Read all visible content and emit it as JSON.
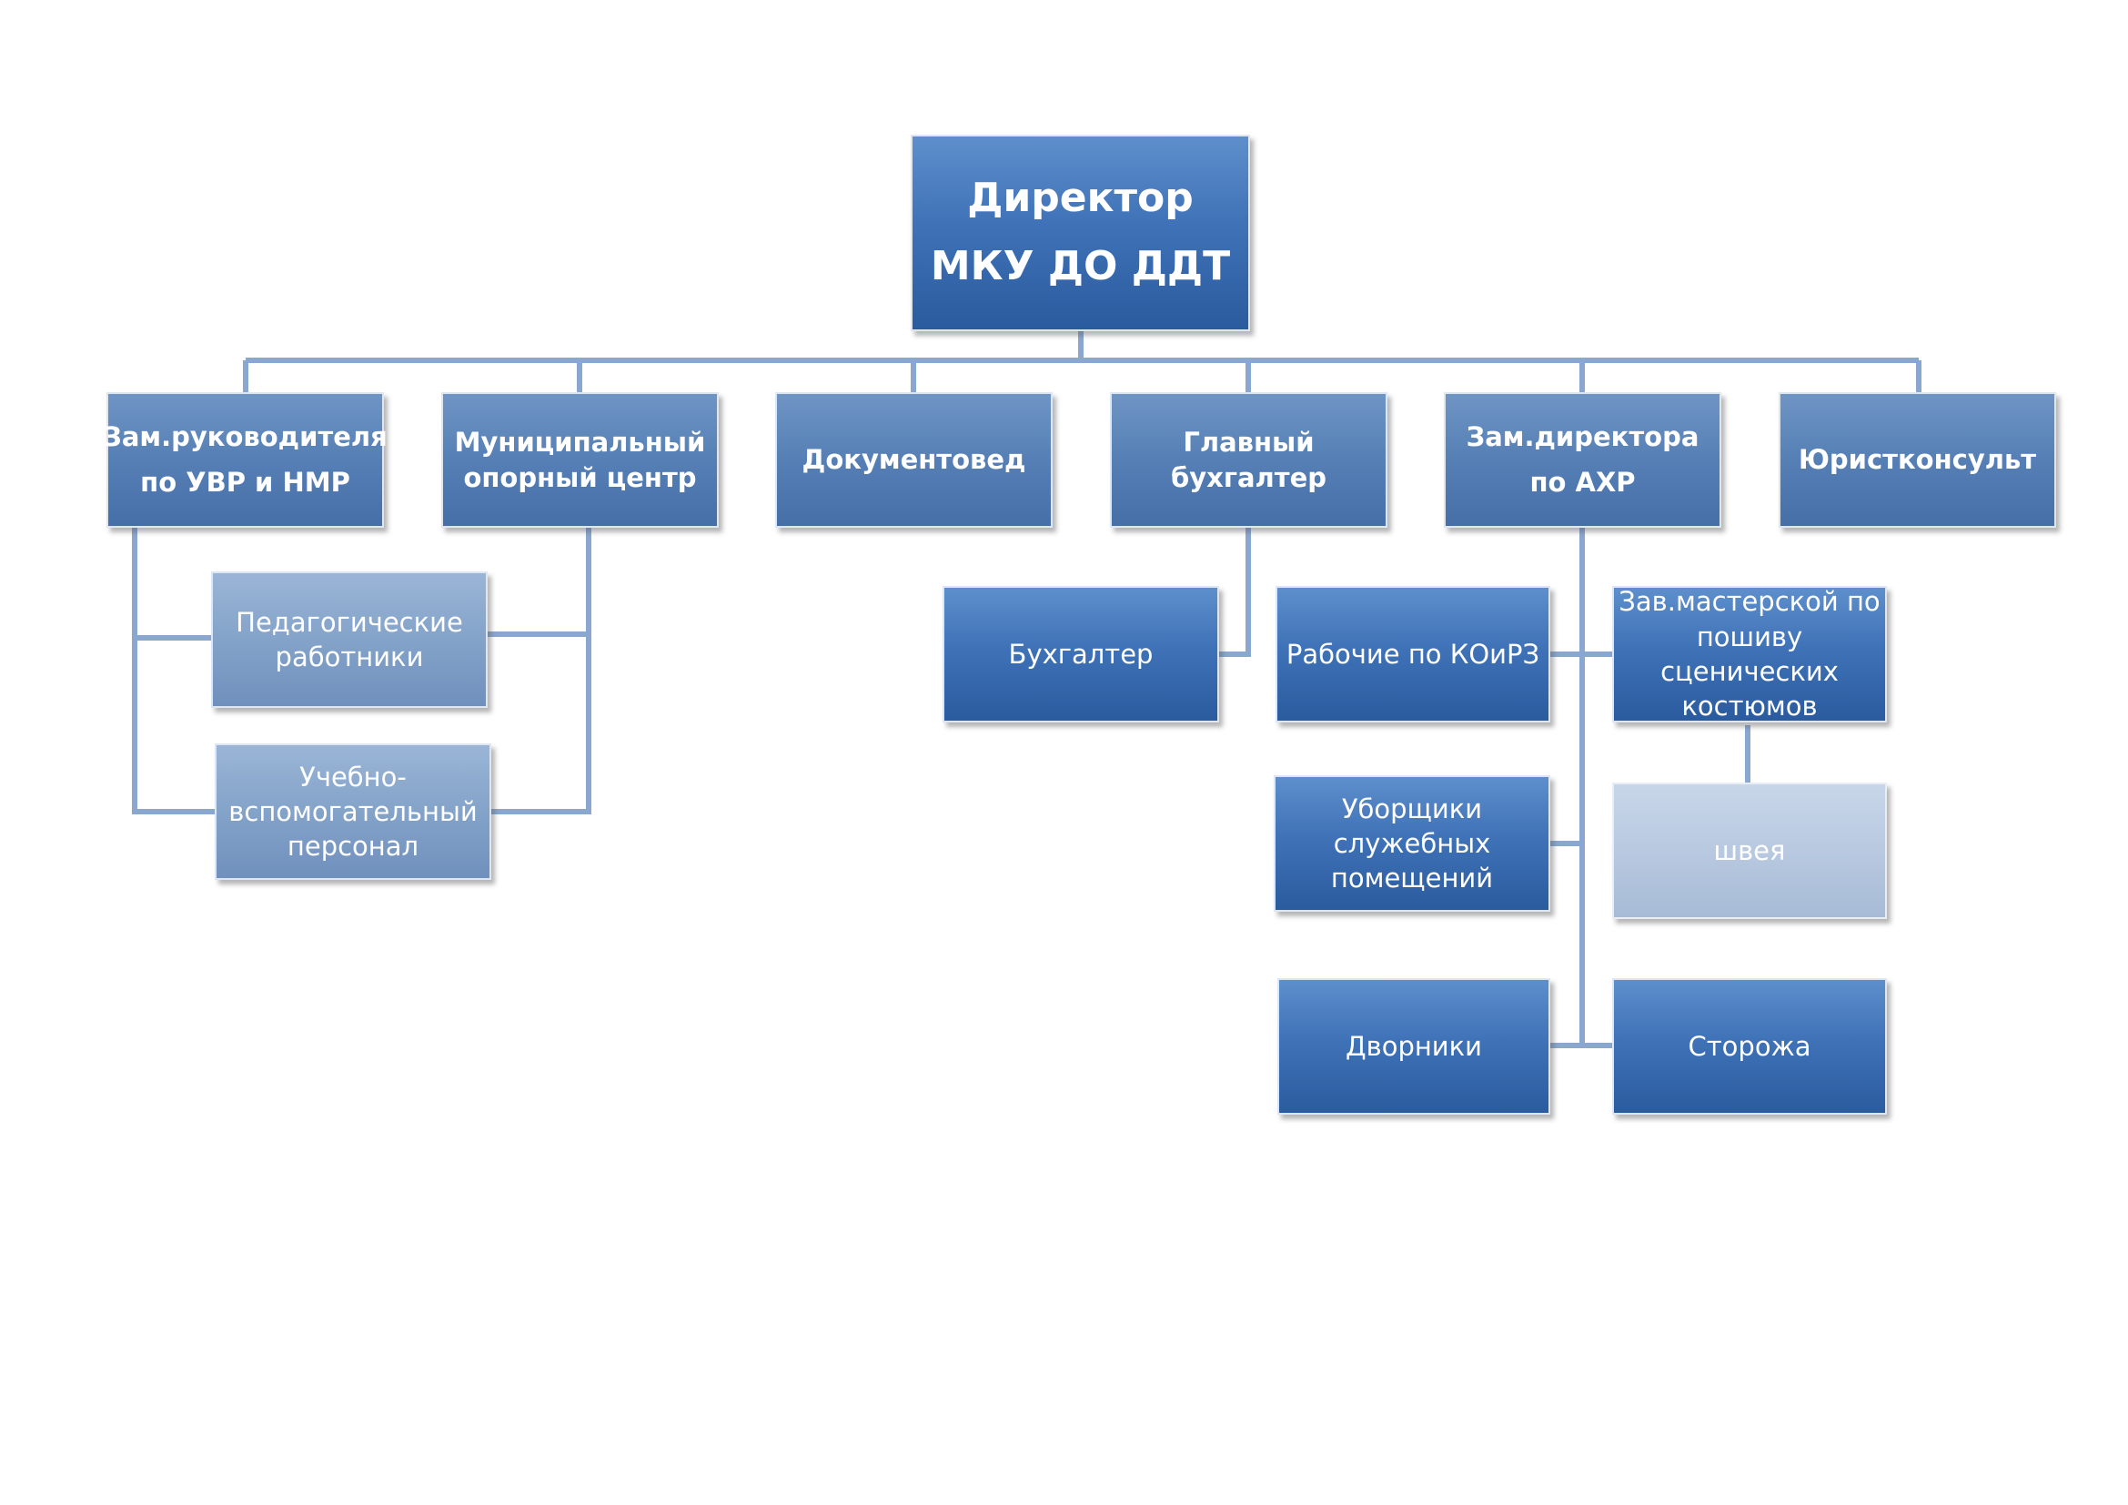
{
  "director": {
    "title": "Директор\nМКУ ДО ДДТ"
  },
  "level1": [
    {
      "id": "zam-uvr",
      "label": "Зам.руководителя\nпо УВР и НМР"
    },
    {
      "id": "moc",
      "label": "Муниципальный\nопорный центр"
    },
    {
      "id": "docs",
      "label": "Документовед"
    },
    {
      "id": "chief-acc",
      "label": "Главный бухгалтер"
    },
    {
      "id": "zam-ahr",
      "label": "Зам.директора\nпо АХР"
    },
    {
      "id": "lawyer",
      "label": "Юристконсульт"
    }
  ],
  "level2": {
    "teachers": "Педагогические\nработники",
    "support": "Учебно-\nвспомогательный\nперсонал",
    "accountant": "Бухгалтер",
    "workers": "Рабочие по КОиРЗ",
    "workshop_head": "Зав.мастерской по\nпошиву сценических\nкостюмов",
    "cleaners": "Уборщики\nслужебных\nпомещений",
    "seamstress": "швея",
    "janitors": "Дворники",
    "guards": "Сторожа"
  },
  "colors": {
    "connector": "#89a7cf",
    "dark_box": "#3f72b7",
    "light_box": "#84a3c9",
    "pale_box": "#b8c9e0"
  }
}
